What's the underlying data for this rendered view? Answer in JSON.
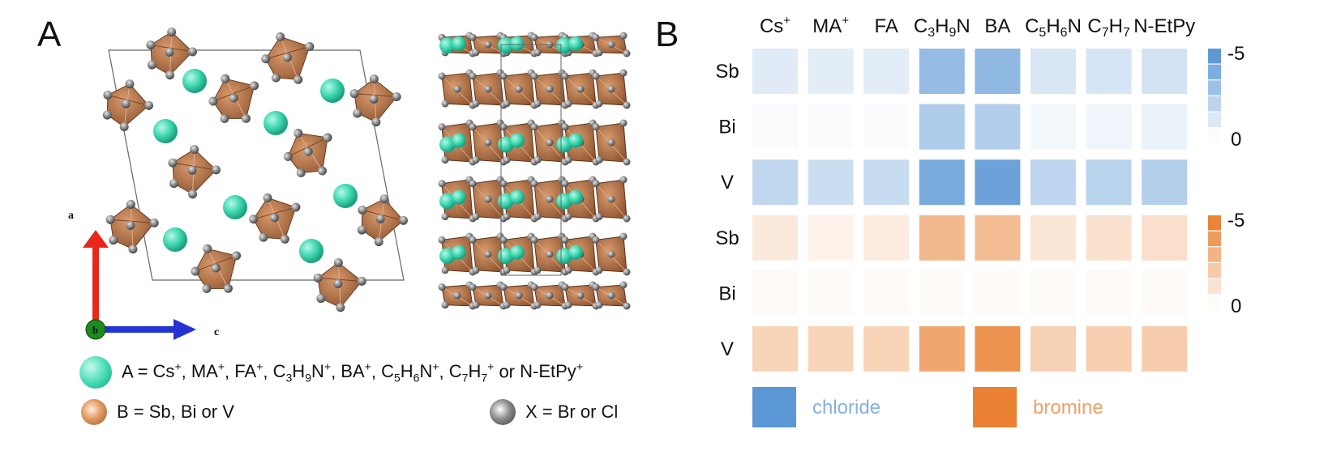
{
  "panels": {
    "left": "A",
    "right": "B"
  },
  "axes": {
    "a": "a",
    "b": "b",
    "c": "c"
  },
  "legend": {
    "a_site": {
      "prefix": "A = ",
      "ions": [
        {
          "t": "Cs",
          "sup": "+"
        },
        {
          "t": "MA",
          "sup": "+"
        },
        {
          "t": "FA",
          "sup": "+"
        },
        {
          "t": "C",
          "sub": "3",
          "t2": "H",
          "sub2": "9",
          "t3": "N",
          "sup": "+"
        },
        {
          "t": "BA",
          "sup": "+"
        },
        {
          "t": "C",
          "sub": "5",
          "t2": "H",
          "sub2": "6",
          "t3": "N",
          "sup": "+"
        },
        {
          "t": "C",
          "sub": "7",
          "t2": "H",
          "sub2": "7",
          "sup": "+"
        },
        {
          "t": "N-EtPy",
          "sup": "+"
        }
      ],
      "joiner": ", ",
      "last_joiner": " or "
    },
    "b_site": "B = Sb, Bi or V",
    "x_site": "X = Br or Cl"
  },
  "colors": {
    "cation": "#3fd9b1",
    "octahedron": "#b97649",
    "halide": "#7a7a7a",
    "blue": "#5b97d5",
    "orange": "#ea8133",
    "axis_a": "#e8261c",
    "axis_c": "#2434d2",
    "axis_b": "#1c8a1c"
  },
  "chart_data": {
    "type": "heatmap",
    "columns": [
      {
        "label": "Cs",
        "sup": "+"
      },
      {
        "label": "MA",
        "sup": "+"
      },
      {
        "label": "FA"
      },
      {
        "label": "C3H9N",
        "parts": [
          [
            "C",
            ""
          ],
          [
            "3",
            "sub"
          ],
          [
            "H",
            ""
          ],
          [
            "9",
            "sub"
          ],
          [
            "N",
            ""
          ]
        ]
      },
      {
        "label": "BA"
      },
      {
        "label": "C5H6N",
        "parts": [
          [
            "C",
            ""
          ],
          [
            "5",
            "sub"
          ],
          [
            "H",
            ""
          ],
          [
            "6",
            "sub"
          ],
          [
            "N",
            ""
          ]
        ]
      },
      {
        "label": "C7H7",
        "parts": [
          [
            "C",
            ""
          ],
          [
            "7",
            "sub"
          ],
          [
            "H",
            ""
          ],
          [
            "7",
            "sub"
          ]
        ]
      },
      {
        "label": "N-EtPy"
      }
    ],
    "rows": [
      "Sb",
      "Bi",
      "V",
      "Sb",
      "Bi",
      "V"
    ],
    "groups": [
      {
        "name": "chloride",
        "rows": [
          0,
          1,
          2
        ],
        "color": "#5b97d5"
      },
      {
        "name": "bromine",
        "rows": [
          3,
          4,
          5
        ],
        "color": "#ea8133"
      }
    ],
    "scale": {
      "min": 0,
      "max": -5,
      "min_label": "0",
      "max_label": "-5",
      "steps": 5
    },
    "values": [
      [
        -0.9,
        -0.8,
        -0.8,
        -3.3,
        -3.5,
        -1.1,
        -1.2,
        -1.3
      ],
      [
        -0.1,
        -0.1,
        -0.1,
        -2.5,
        -2.4,
        -0.3,
        -0.4,
        -0.6
      ],
      [
        -1.9,
        -1.6,
        -1.7,
        -4.2,
        -4.6,
        -2.0,
        -2.1,
        -2.3
      ],
      [
        -0.8,
        -0.4,
        -0.7,
        -2.8,
        -2.7,
        -1.0,
        -1.1,
        -1.2
      ],
      [
        -0.1,
        -0.1,
        -0.1,
        -0.1,
        -0.1,
        -0.1,
        -0.1,
        -0.1
      ],
      [
        -1.7,
        -1.7,
        -1.7,
        -3.6,
        -4.4,
        -1.8,
        -1.9,
        -2.0
      ]
    ],
    "key_labels": {
      "chloride": "chloride",
      "bromine": "bromine"
    }
  }
}
